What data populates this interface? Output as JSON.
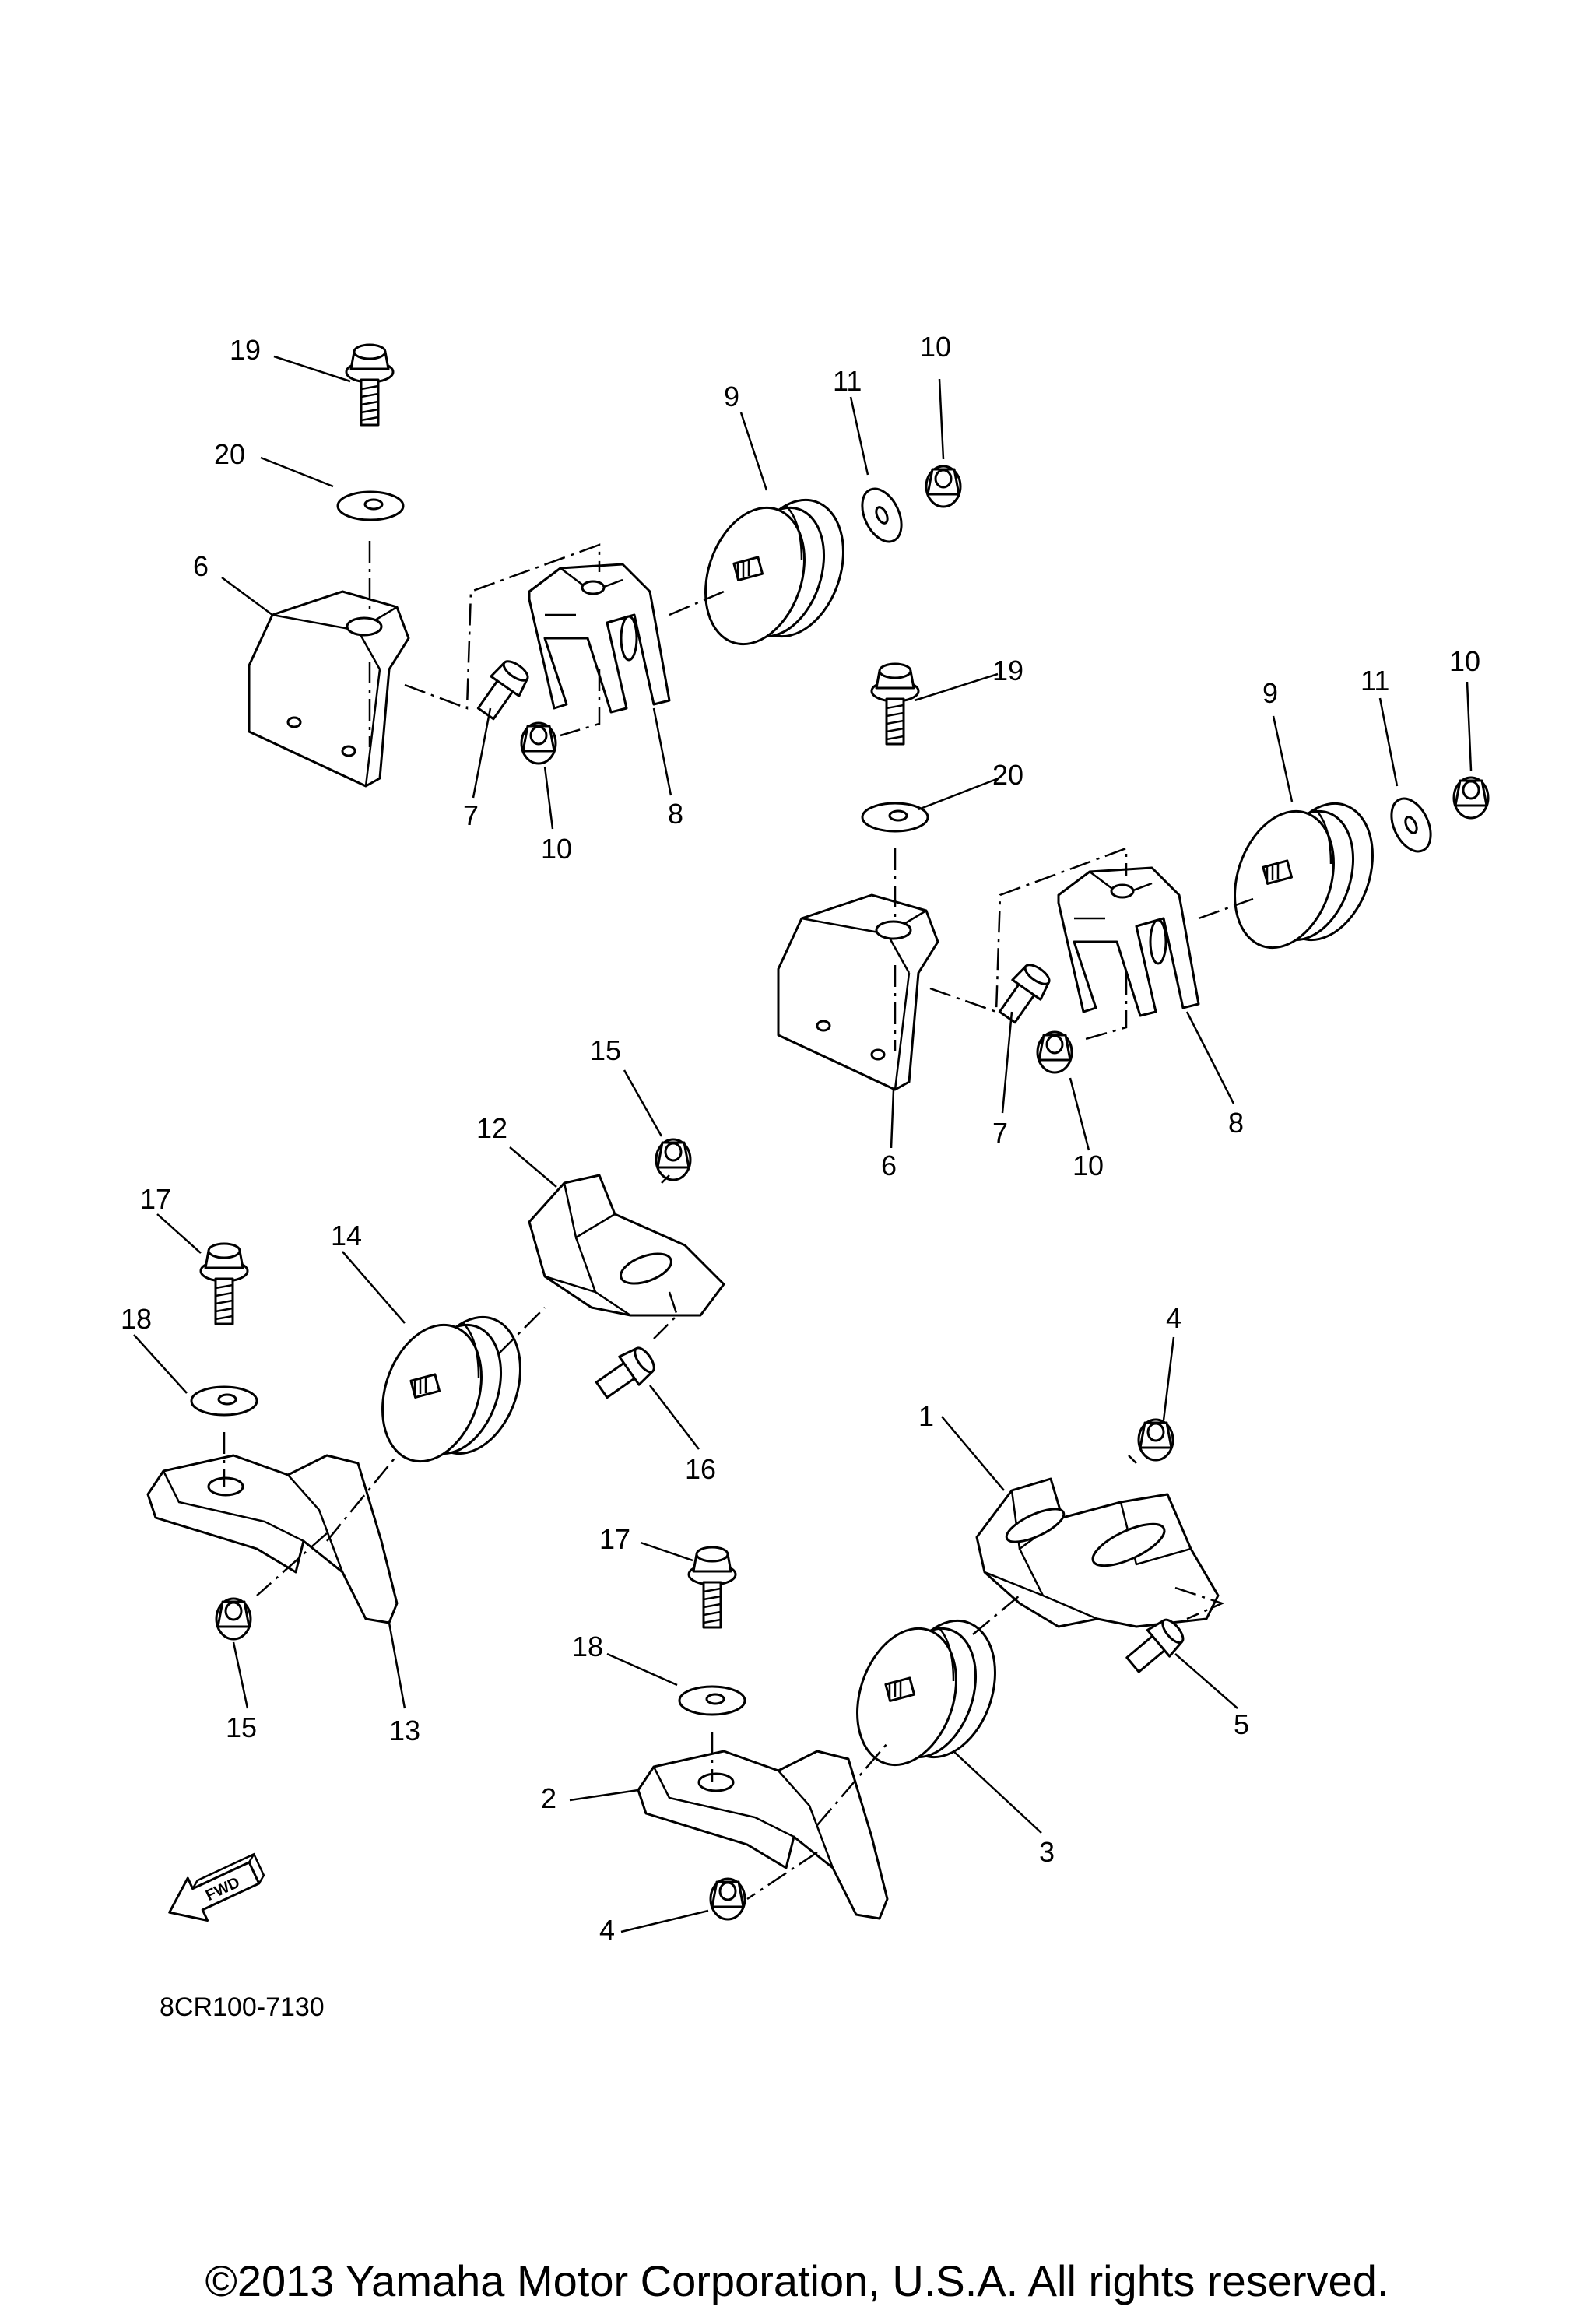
{
  "diagram": {
    "callouts": {
      "c1": "1",
      "c2": "2",
      "c3": "3",
      "c4a": "4",
      "c4b": "4",
      "c5": "5",
      "c6a": "6",
      "c6b": "6",
      "c7a": "7",
      "c7b": "7",
      "c8a": "8",
      "c8b": "8",
      "c9a": "9",
      "c9b": "9",
      "c10a": "10",
      "c10b": "10",
      "c10c": "10",
      "c10d": "10",
      "c11a": "11",
      "c11b": "11",
      "c12": "12",
      "c13": "13",
      "c14": "14",
      "c15a": "15",
      "c15b": "15",
      "c16": "16",
      "c17a": "17",
      "c17b": "17",
      "c18a": "18",
      "c18b": "18",
      "c19a": "19",
      "c19b": "19",
      "c20a": "20",
      "c20b": "20"
    },
    "fwd_label": "FWD",
    "figure_code": "8CR100-7130",
    "copyright": "©2013 Yamaha Motor Corporation, U.S.A. All rights reserved."
  }
}
